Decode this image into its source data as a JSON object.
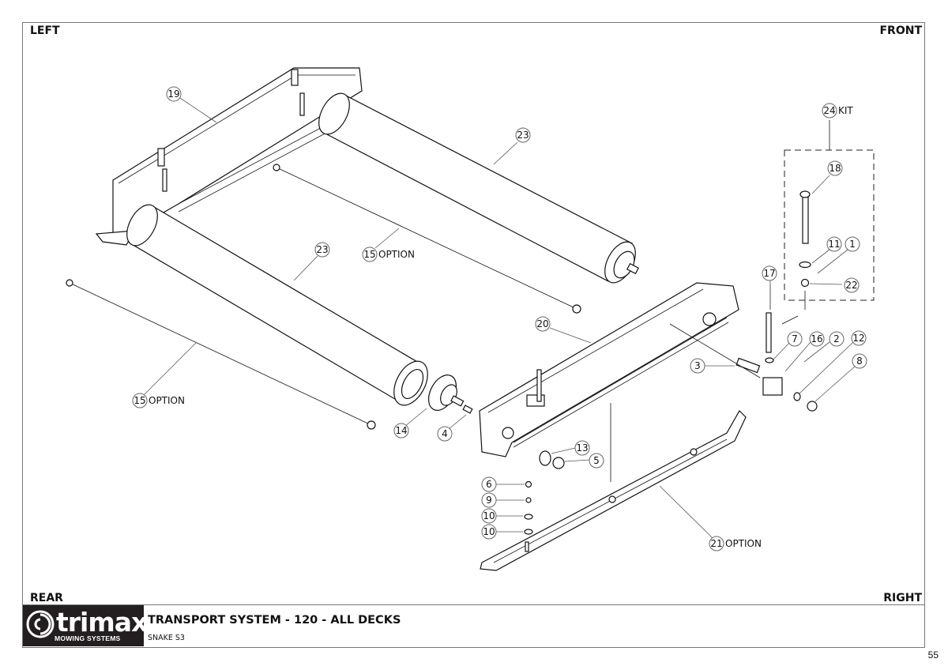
{
  "orientation": {
    "top_left": "LEFT",
    "top_right": "FRONT",
    "bottom_left": "REAR",
    "bottom_right": "RIGHT"
  },
  "title_block": {
    "brand": "trimax",
    "brand_tagline": "MOWING SYSTEMS",
    "title": "TRANSPORT SYSTEM - 120 - ALL DECKS",
    "subtitle": "SNAKE S3"
  },
  "page_number": "55",
  "callouts": [
    {
      "id": "19",
      "note": ""
    },
    {
      "id": "23",
      "note": ""
    },
    {
      "id": "23",
      "note": ""
    },
    {
      "id": "15",
      "note": "OPTION"
    },
    {
      "id": "15",
      "note": "OPTION"
    },
    {
      "id": "24",
      "note": "KIT"
    },
    {
      "id": "18",
      "note": ""
    },
    {
      "id": "11",
      "note": ""
    },
    {
      "id": "1",
      "note": ""
    },
    {
      "id": "22",
      "note": ""
    },
    {
      "id": "17",
      "note": ""
    },
    {
      "id": "20",
      "note": ""
    },
    {
      "id": "3",
      "note": ""
    },
    {
      "id": "7",
      "note": ""
    },
    {
      "id": "16",
      "note": ""
    },
    {
      "id": "2",
      "note": ""
    },
    {
      "id": "12",
      "note": ""
    },
    {
      "id": "8",
      "note": ""
    },
    {
      "id": "14",
      "note": ""
    },
    {
      "id": "4",
      "note": ""
    },
    {
      "id": "13",
      "note": ""
    },
    {
      "id": "5",
      "note": ""
    },
    {
      "id": "6",
      "note": ""
    },
    {
      "id": "9",
      "note": ""
    },
    {
      "id": "10",
      "note": ""
    },
    {
      "id": "10",
      "note": ""
    },
    {
      "id": "21",
      "note": "OPTION"
    }
  ]
}
